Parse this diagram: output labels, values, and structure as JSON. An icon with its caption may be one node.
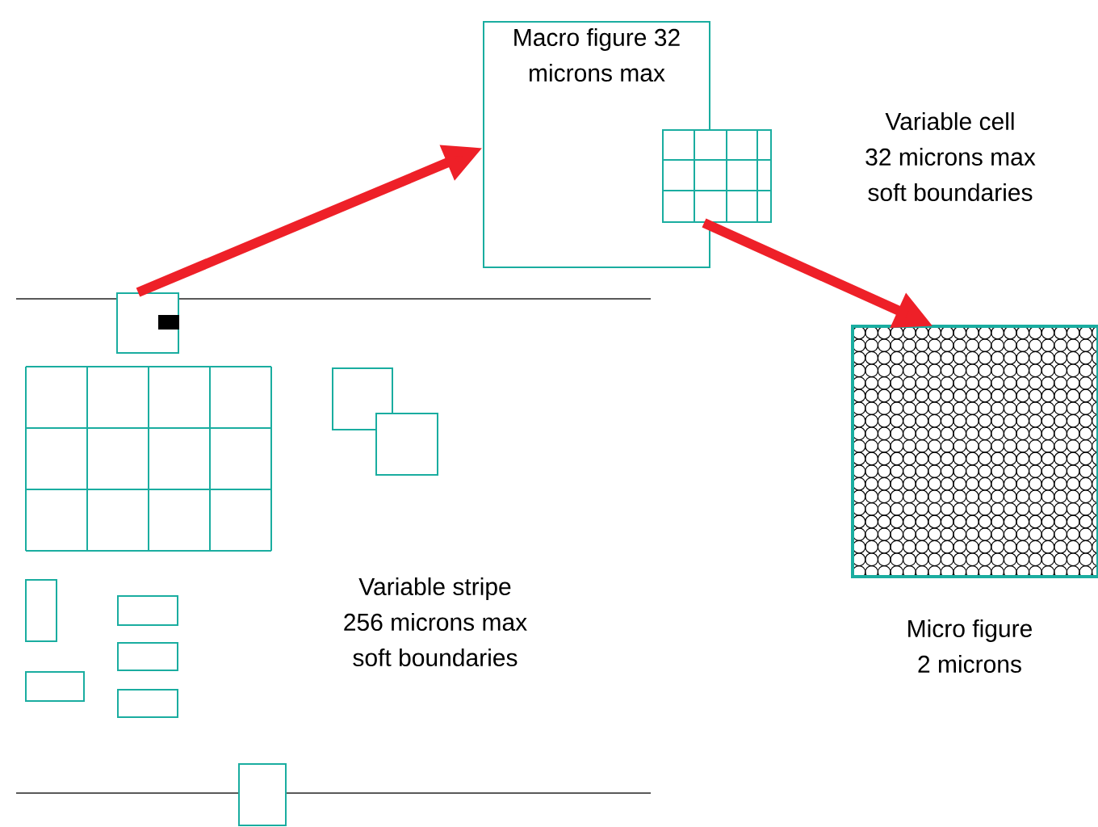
{
  "diagram": {
    "nodes": [
      {
        "text": [],
        "shape": "box"
      },
      {
        "text": [
          "Macro figure 32 microns max"
        ]
      },
      {
        "text": [],
        "shape": "box",
        "beside": [
          "Variable cell 32 microns max soft boundaries"
        ]
      },
      {
        "text": [],
        "shape": "box",
        "beside": [
          "Micro figure 2 microns"
        ]
      }
    ],
    "edges": [
      {
        "from": 0,
        "to": 1,
        "arrow": "to"
      },
      {
        "from": 2,
        "to": 3,
        "arrow": "to"
      }
    ],
    "labels": [
      "Variable stripe 256 microns max soft boundaries"
    ]
  }
}
